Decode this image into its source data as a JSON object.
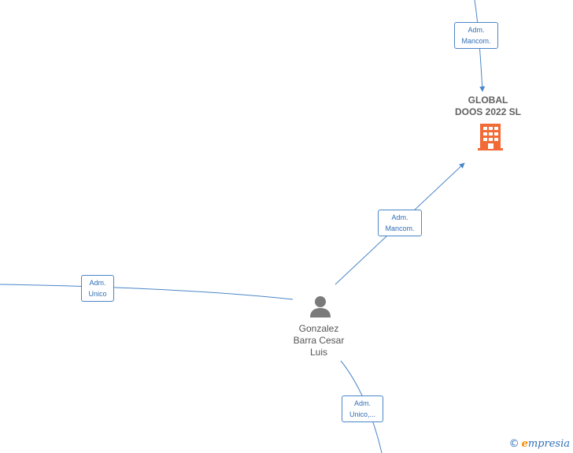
{
  "company": {
    "name_line1": "GLOBAL",
    "name_line2": "DOOS 2022  SL"
  },
  "person": {
    "name_line1": "Gonzalez",
    "name_line2": "Barra Cesar",
    "name_line3": "Luis"
  },
  "edges": {
    "top": "Adm.\nMancom.",
    "person_company": "Adm.\nMancom.",
    "left": "Adm.\nUnico",
    "bottom": "Adm.\nUnico,..."
  },
  "colors": {
    "edge": "#4a86c8",
    "company_icon": "#f26a35",
    "person_icon": "#7a7a7a"
  },
  "icons": {
    "company": "building-icon",
    "person": "person-icon"
  },
  "brand": {
    "copyright": "©",
    "e": "e",
    "rest": "mpresia"
  }
}
